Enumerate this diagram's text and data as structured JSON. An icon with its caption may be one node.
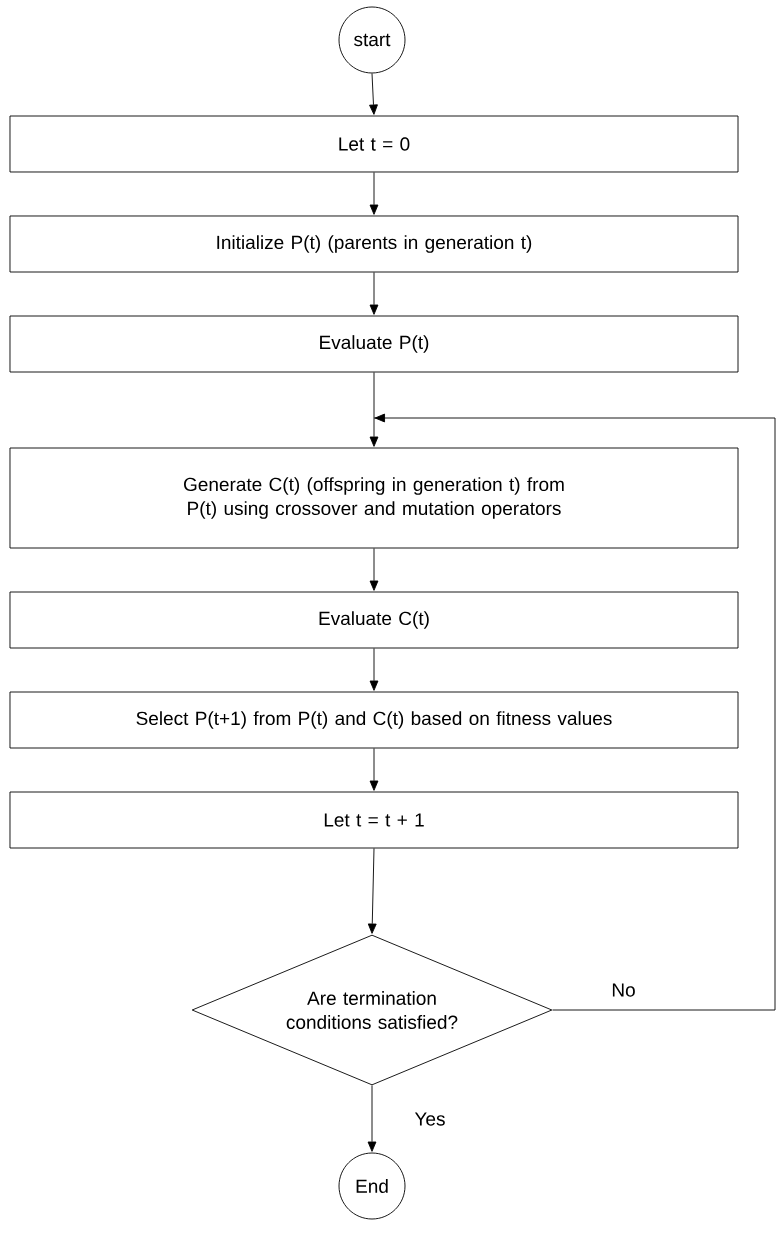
{
  "diagram": {
    "nodes": [
      {
        "text": [
          "start"
        ]
      },
      {
        "text": [
          "Let t = 0"
        ]
      },
      {
        "text": [
          "Initialize P(t) (parents in generation t)"
        ]
      },
      {
        "text": [
          "Evaluate P(t)"
        ]
      },
      {
        "text": [
          "Generate C(t) (offspring in generation t)  from P(t) using crossover and mutation operators"
        ]
      },
      {
        "text": [
          "Evaluate C(t)"
        ]
      },
      {
        "text": [
          "Select P(t+1) from P(t) and C(t) based on fitness values"
        ]
      },
      {
        "text": [
          "Let t = t + 1"
        ]
      },
      {
        "text": [
          "Are termination conditions satisfied?"
        ]
      },
      {
        "text": [
          "End"
        ]
      }
    ],
    "edges": [
      {
        "from": 0,
        "to": 1,
        "arrow": "to"
      },
      {
        "from": 1,
        "to": 2,
        "arrow": "to"
      },
      {
        "from": 2,
        "to": 3,
        "arrow": "to"
      },
      {
        "from": 3,
        "to": 4,
        "arrow": "to"
      },
      {
        "from": 4,
        "to": 5,
        "arrow": "to"
      },
      {
        "from": 5,
        "to": 6,
        "arrow": "to"
      },
      {
        "from": 6,
        "to": 7,
        "arrow": "to"
      },
      {
        "from": 7,
        "to": 8,
        "arrow": "to"
      },
      {
        "from": 8,
        "to": 9,
        "arrow": "to",
        "label": "Yes"
      },
      {
        "from": 8,
        "to": 4,
        "arrow": "to",
        "label": "No"
      }
    ]
  }
}
